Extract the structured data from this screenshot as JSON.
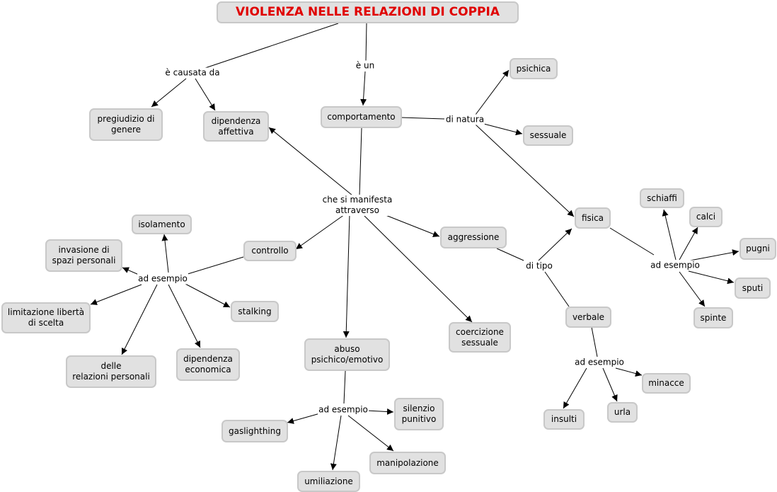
{
  "title": "VIOLENZA NELLE RELAZIONI DI COPPIA",
  "nodes": {
    "pregiudizio": "pregiudizio di\ngenere",
    "dipendenza_affettiva": "dipendenza\naffettiva",
    "comportamento": "comportamento",
    "psichica": "psichica",
    "sessuale": "sessuale",
    "fisica": "fisica",
    "schiaffi": "schiaffi",
    "calci": "calci",
    "pugni": "pugni",
    "sputi": "sputi",
    "spinte": "spinte",
    "aggressione": "aggressione",
    "verbale": "verbale",
    "minacce": "minacce",
    "urla": "urla",
    "insulti": "insulti",
    "coercizione": "coercizione\nsessuale",
    "abuso": "abuso\npsichico/emotivo",
    "silenzio": "silenzio\npunitivo",
    "gaslighting": "gaslighthing",
    "manipolazione": "manipolazione",
    "umiliazione": "umiliazione",
    "controllo": "controllo",
    "isolamento": "isolamento",
    "invasione": "invasione di\nspazi personali",
    "limitazione": "limitazione libertà\ndi scelta",
    "stalking": "stalking",
    "relazioni": "delle\nrelazioni personali",
    "dipendenza_economica": "dipendenza\neconomica"
  },
  "links": {
    "causata": "è causata da",
    "e_un": "è un",
    "di_natura": "di natura",
    "manifesta": "che si manifesta\nattraverso",
    "esempio_controllo": "ad esempio",
    "di_tipo": "di tipo",
    "esempio_fisica": "ad esempio",
    "esempio_verbale": "ad esempio",
    "esempio_abuso": "ad esempio"
  }
}
